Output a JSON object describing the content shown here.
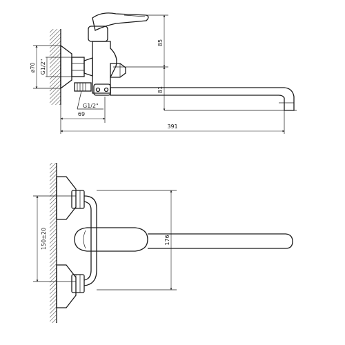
{
  "side_view": {
    "dimensions": {
      "height_upper": "85",
      "height_lower": "81",
      "flange_diameter": "ø70",
      "thread_top": "G1/2\"",
      "thread_bottom": "G1/2\"",
      "wall_offset": "69",
      "total_length": "391"
    }
  },
  "front_view": {
    "dimensions": {
      "centers": "150±20",
      "height": "176"
    }
  }
}
